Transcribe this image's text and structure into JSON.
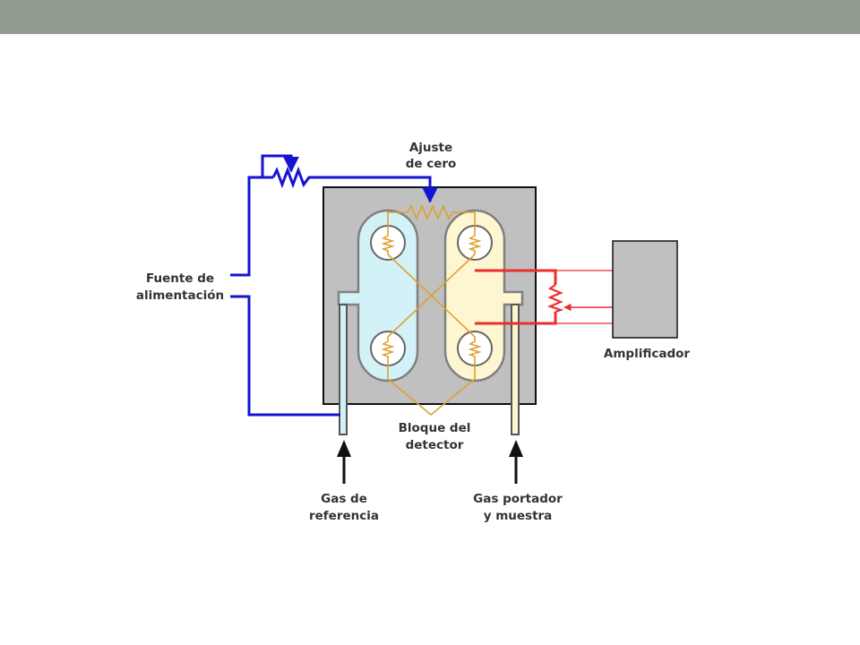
{
  "labels": {
    "zero_adjust": [
      "Ajuste",
      "de cero"
    ],
    "power_supply": [
      "Fuente de",
      "alimentación"
    ],
    "amplifier": "Amplificador",
    "detector_block": [
      "Bloque del",
      "detector"
    ],
    "reference_gas": [
      "Gas de",
      "referencia"
    ],
    "carrier_gas": [
      "Gas portador",
      "y muestra"
    ]
  },
  "colors": {
    "header_bar": "#919d91",
    "power_wire": "#1414d2",
    "bridge_wire": "#e0a030",
    "signal_wire": "#ec2e2e",
    "detector_block": "#c0c0c0",
    "reference_cell": "#d2f2f8",
    "sample_cell": "#fdf6d0",
    "amplifier_box": "#c0c0c0"
  }
}
